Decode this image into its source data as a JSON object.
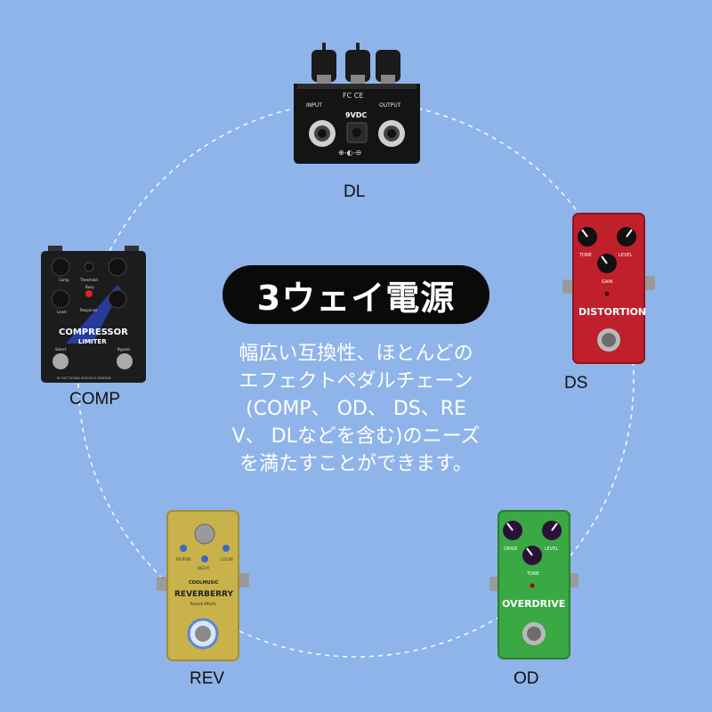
{
  "title": "3ウェイ電源",
  "description": "幅広い互換性、ほとんどのエフェクトペダルチェーン(COMP、 OD、 DS、REV、 DLなどを含む)のニーズを満たすことができます。",
  "colors": {
    "background": "#8fb4ea",
    "title_pill": "#0a0a0a",
    "ds_pedal": "#c0202c",
    "od_pedal": "#3aa843",
    "rev_pedal": "#c9b24a",
    "comp_pedal": "#1c1c1e",
    "dl_pedal": "#1a1a1a"
  },
  "pedals": {
    "dl": {
      "label": "DL",
      "input_label": "INPUT",
      "output_label": "OUTPUT",
      "power_label": "9VDC",
      "cert_label": "FC CE",
      "polarity_label": "⊕-◐-⊖"
    },
    "ds": {
      "label": "DS",
      "name": "DISTORTION",
      "knob_tone": "TONE",
      "knob_level": "LEVEL",
      "knob_gain": "GAIN"
    },
    "od": {
      "label": "OD",
      "name": "OVERDRIVE",
      "knob_drive": "DRIVE",
      "knob_level": "LEVEL",
      "knob_tone": "TONE"
    },
    "rev": {
      "label": "REV",
      "brand": "COOLMUSIC",
      "name": "REVERBERRY",
      "subtitle": "Reverb Effects",
      "knob_reverb": "REVERB",
      "knob_color": "COLOR",
      "knob_decay": "DECAY"
    },
    "comp": {
      "label": "COMP",
      "name_line1": "COMPRESSOR",
      "name_line2": "LIMITER",
      "knob_comp": "Comp",
      "knob_threshold": "Threshold",
      "knob_busy": "Busy",
      "knob_response": "Response",
      "knob_level": "Level",
      "switch_select": "Select",
      "switch_bypass": "Bypass",
      "maker": "BY EAST SOUND RESEARCH DENMARK"
    }
  }
}
